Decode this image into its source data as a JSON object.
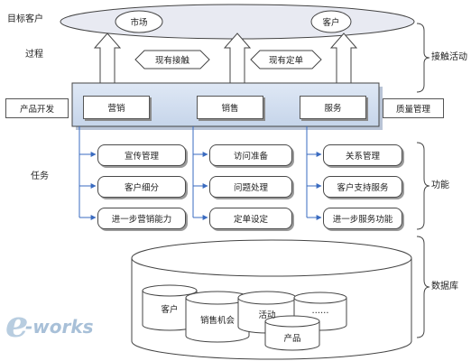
{
  "labels": {
    "target_customers": "目标客户",
    "process": "过程",
    "task": "任务",
    "contact_activity": "接触活动",
    "function": "功能",
    "database": "数据库"
  },
  "ellipse": {
    "market": "市场",
    "customer": "客户"
  },
  "arrows": {
    "existing_contact": "现有接触",
    "existing_order": "现有定单"
  },
  "process_bar": {
    "product_dev": "产品开发",
    "quality_mgmt": "质量管理",
    "marketing": "营销",
    "sales": "销售",
    "service": "服务"
  },
  "functions": {
    "marketing": [
      "宣传管理",
      "客户细分",
      "进一步营销能力"
    ],
    "sales": [
      "访问准备",
      "问题处理",
      "定单设定"
    ],
    "service": [
      "关系管理",
      "客户支持服务",
      "进一步服务功能"
    ]
  },
  "database_items": {
    "customer": "客户",
    "sales_opportunity": "销售机会",
    "activity": "活动",
    "more": "……",
    "product": "产品"
  },
  "logo": {
    "e": "e",
    "text": "-works"
  }
}
